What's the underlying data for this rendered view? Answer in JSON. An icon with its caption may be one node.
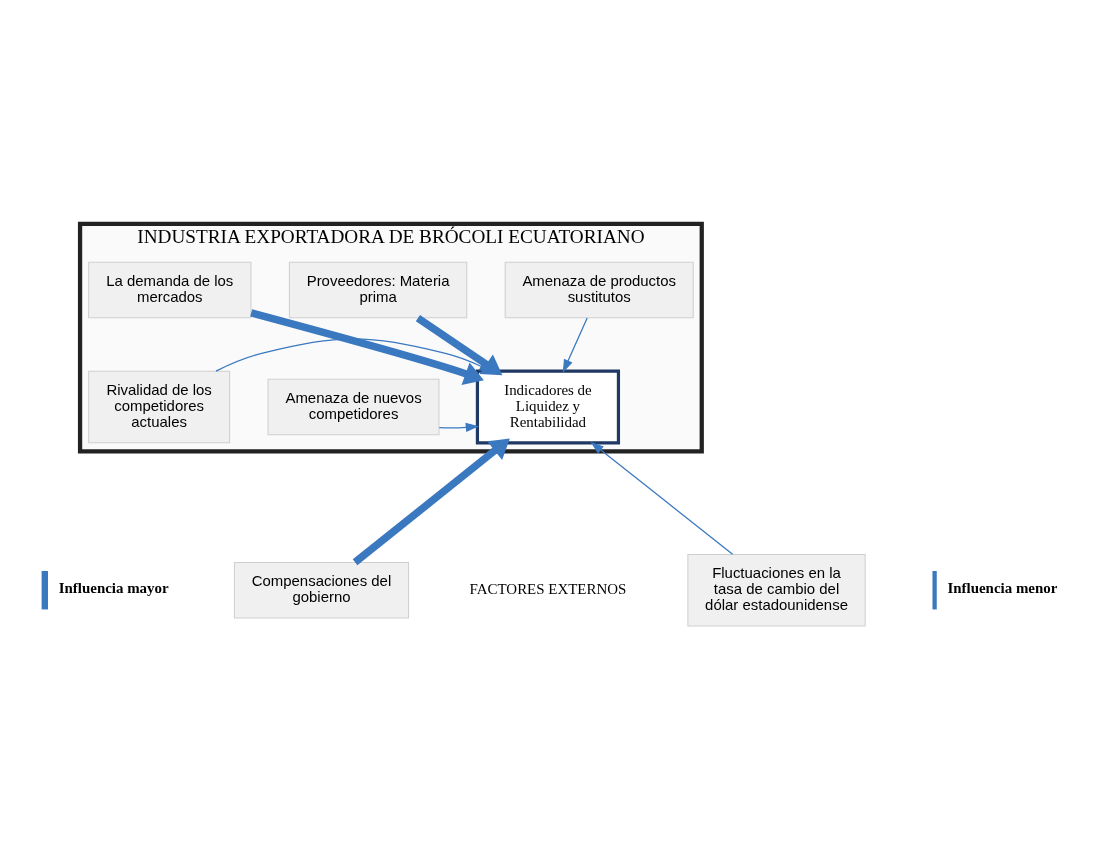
{
  "diagram": {
    "nodes": [
      {
        "text": [
          "INDUSTRIA EXPORTADORA DE BRÓCOLI ECUATORIANO"
        ]
      },
      {
        "text": [
          "Amenaza de productos sustitutos"
        ],
        "in": 0
      },
      {
        "text": [
          "Proveedores: Materia prima"
        ],
        "in": 0
      },
      {
        "text": [
          "La demanda de los mercados"
        ],
        "in": 0
      },
      {
        "text": [
          "Indicadores de Liquidez y Rentabilidad"
        ],
        "in": 0
      },
      {
        "text": [
          "Amenaza de nuevos competidores"
        ],
        "in": 0
      },
      {
        "text": [
          "Rivalidad de los competidores actuales"
        ],
        "in": 0
      },
      {
        "text": [
          "Compensaciones del gobierno"
        ]
      },
      {
        "text": [
          "Fluctuaciones en la tasa de cambio del dólar estadounidense"
        ]
      }
    ],
    "edges": [
      {
        "from": 1,
        "to": 4,
        "arrow": "to"
      },
      {
        "from": 2,
        "to": 4,
        "arrow": "to",
        "style": "thick"
      },
      {
        "from": 3,
        "to": 4,
        "arrow": "to",
        "style": "thick"
      },
      {
        "from": 5,
        "to": 4,
        "arrow": "to"
      },
      {
        "from": 6,
        "to": 4,
        "arrow": "to"
      },
      {
        "from": 7,
        "to": 4,
        "arrow": "to",
        "style": "thick"
      },
      {
        "from": 8,
        "to": 4,
        "arrow": "to"
      }
    ],
    "labels": [
      "FACTORES EXTERNOS"
    ],
    "legend": [
      {
        "text": "Influencia mayor"
      },
      {
        "text": "Influencia menor"
      }
    ]
  }
}
